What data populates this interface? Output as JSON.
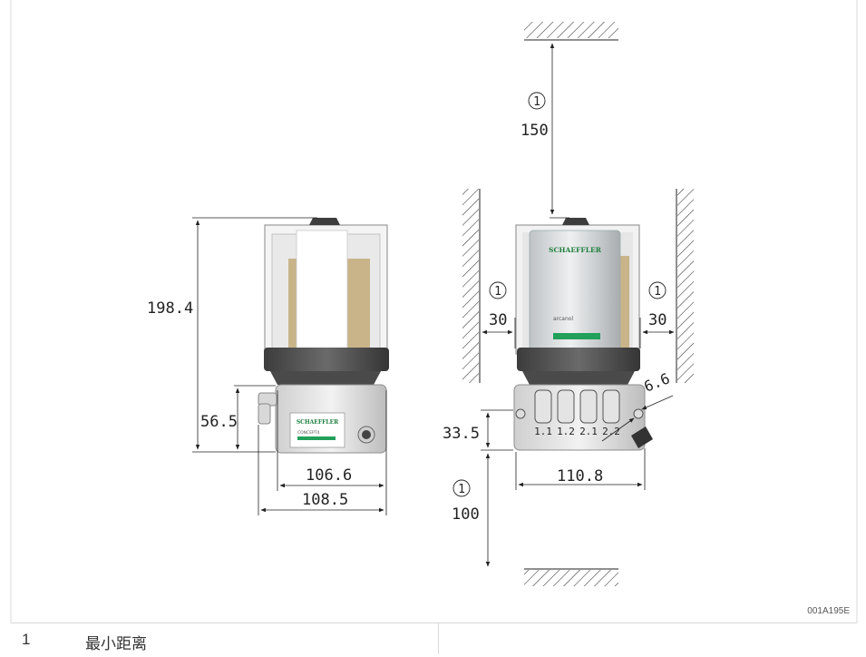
{
  "figure_id": "001A195E",
  "left_view": {
    "dimensions": {
      "height_total": "198.4",
      "height_base": "56.5",
      "width_inner": "106.6",
      "width_outer": "108.5"
    },
    "label": {
      "brand": "SCHAEFFLER",
      "model": "CONCEPT4"
    }
  },
  "right_view": {
    "dimensions": {
      "clearance_top": "150",
      "clearance_left": "30",
      "clearance_right": "30",
      "clearance_bottom": "100",
      "base_height": "33.5",
      "width": "110.8",
      "hole_diameter": "6.6"
    },
    "callout_marker": "1",
    "cartridge": {
      "brand": "SCHAEFFLER",
      "product": "arcanol"
    },
    "outlets": [
      "1.1",
      "1.2",
      "2.1",
      "2.2"
    ]
  },
  "legend": [
    {
      "number": "1",
      "text": "最小距离"
    }
  ]
}
